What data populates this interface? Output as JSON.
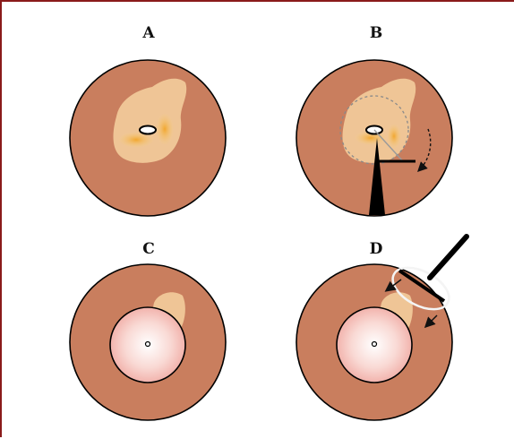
{
  "panels": [
    {
      "label": "A"
    },
    {
      "label": "B"
    },
    {
      "label": "C"
    },
    {
      "label": "D"
    }
  ],
  "colors": {
    "frame_border": "#8a1a1a",
    "outer_disc": "#c97e5e",
    "disc_outline": "#000000",
    "lesion_tan": "#efc596",
    "lesion_yellow": "#f2b23a",
    "core_pink_center": "#ffffff",
    "core_pink_edge": "#f3b3ae",
    "tool_black": "#000000",
    "trephine_ring_gray": "#8c8c8c",
    "arc_white": "#f4f4f4"
  }
}
